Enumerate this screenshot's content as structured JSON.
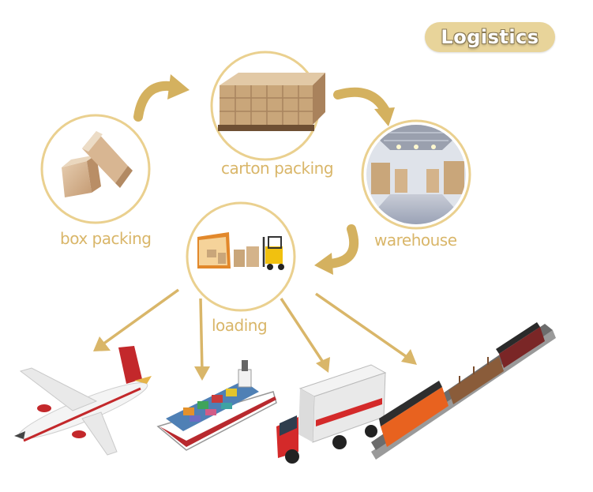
{
  "title": "Logistics",
  "steps": {
    "box_packing": "box packing",
    "carton_packing": "carton packing",
    "warehouse": "warehouse",
    "loading": "loading"
  },
  "colors": {
    "accent_gold": "#d9b669",
    "badge_fill": "#e8d49a",
    "cardboard": "#c9a67a"
  },
  "icons": [
    "boxes-icon",
    "pallet-icon",
    "warehouse-icon",
    "forklift-icon",
    "airplane-icon",
    "cargo-ship-icon",
    "truck-icon",
    "train-icon"
  ]
}
